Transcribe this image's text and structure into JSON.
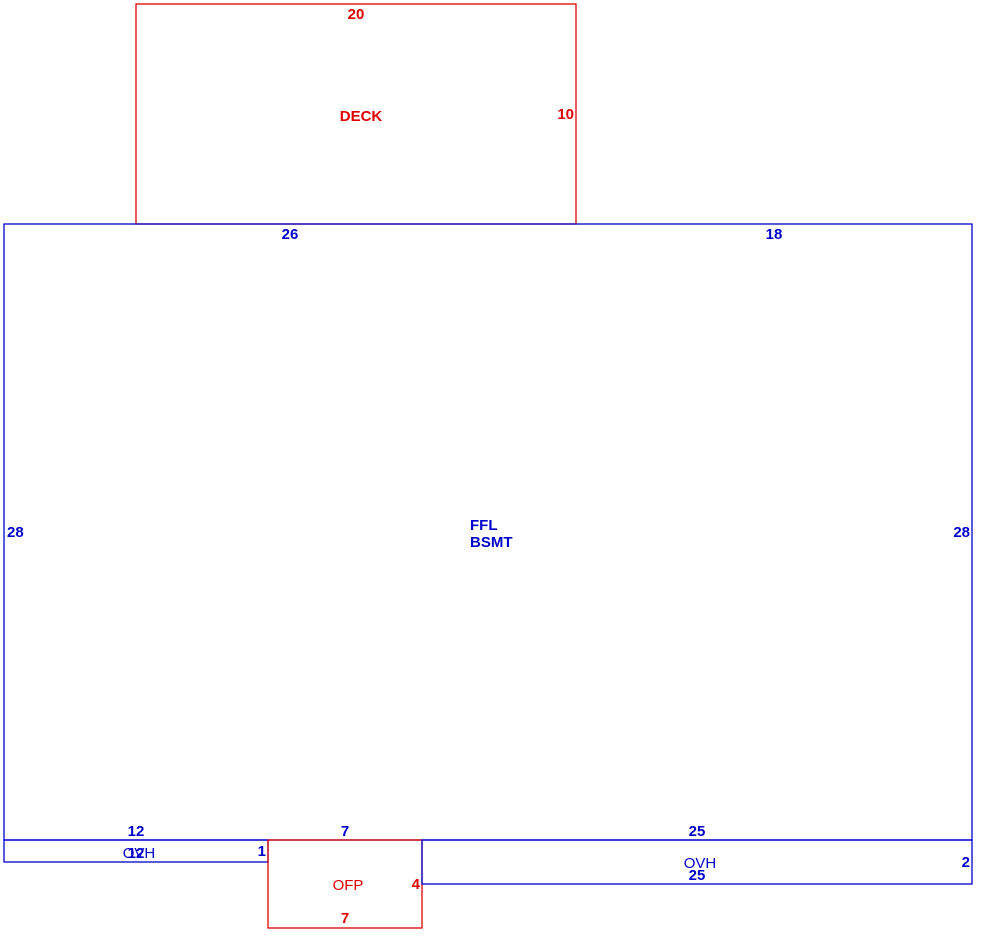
{
  "colors": {
    "blue": "#0000cc",
    "red": "#e00000"
  },
  "deck": {
    "label": "DECK",
    "dims": {
      "top": "20",
      "right": "10"
    }
  },
  "main": {
    "label_line1": "FFL",
    "label_line2": "BSMT",
    "dims": {
      "top_left": "26",
      "top_right": "18",
      "left": "28",
      "right": "28",
      "bottom_left": "12",
      "bottom_mid": "7",
      "bottom_right": "25"
    }
  },
  "ovh_left": {
    "label": "OVH",
    "dims": {
      "bottom": "12",
      "right": "1"
    }
  },
  "ofp": {
    "label": "OFP",
    "dims": {
      "right": "4",
      "bottom": "7"
    }
  },
  "ovh_right": {
    "label": "OVH",
    "dims": {
      "bottom": "25",
      "right": "2"
    }
  }
}
